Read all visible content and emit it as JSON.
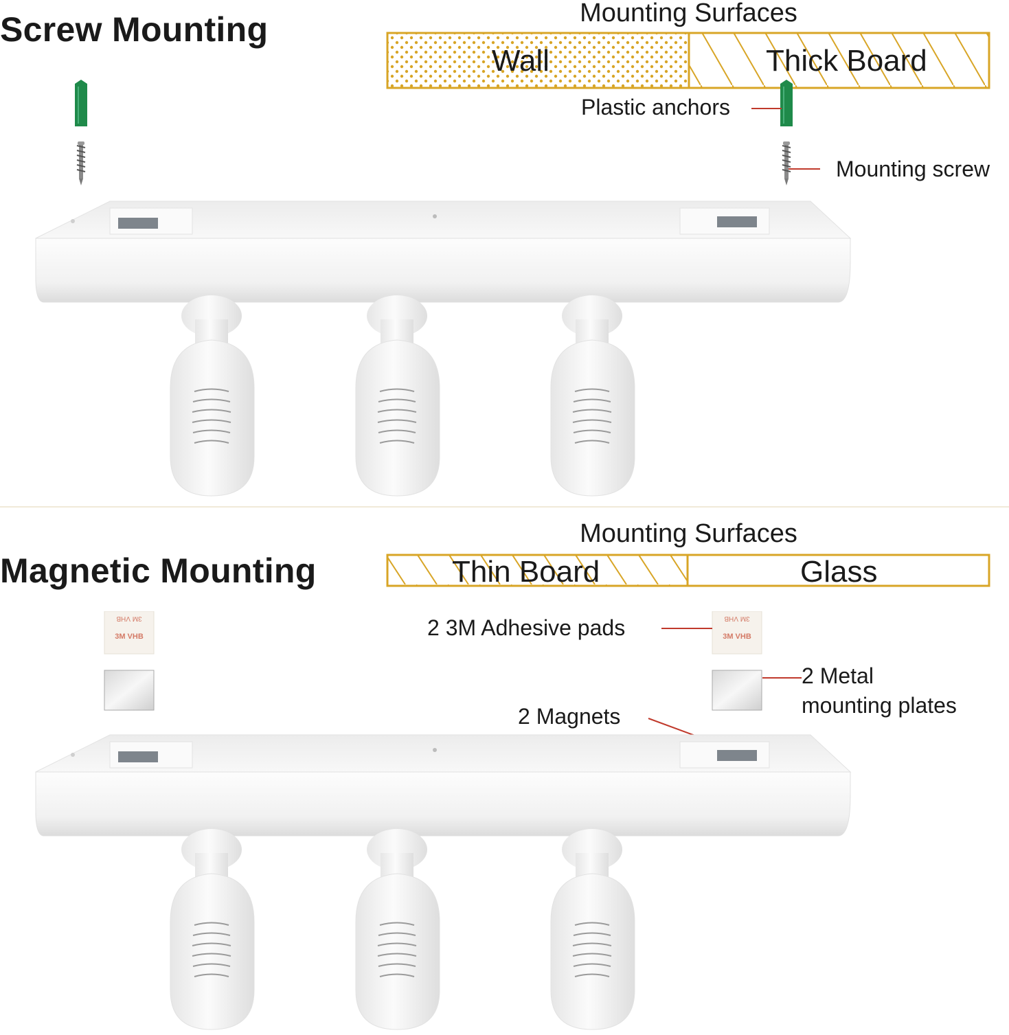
{
  "screw_section": {
    "heading": "Screw Mounting",
    "surfaces_title": "Mounting Surfaces",
    "surfaces": [
      "Wall",
      "Thick Board"
    ],
    "callouts": {
      "plastic_anchors": "Plastic anchors",
      "mounting_screw": "Mounting screw"
    }
  },
  "magnetic_section": {
    "heading": "Magnetic Mounting",
    "surfaces_title": "Mounting Surfaces",
    "surfaces": [
      "Thin Board",
      "Glass"
    ],
    "callouts": {
      "adhesive_pads": "2 3M Adhesive pads",
      "metal_plates_line1": "2 Metal",
      "metal_plates_line2": "mounting plates",
      "magnets": "2 Magnets"
    },
    "pad_print": "3M VHB"
  },
  "colors": {
    "accent_gold": "#d8a526",
    "anchor_green": "#1f8a4a",
    "leader_red": "#c0392b",
    "product_white": "#f4f4f4"
  },
  "icons": [
    "plastic-anchor-icon",
    "screw-icon",
    "adhesive-pad-icon",
    "metal-plate-icon",
    "camera-mount-bar"
  ]
}
